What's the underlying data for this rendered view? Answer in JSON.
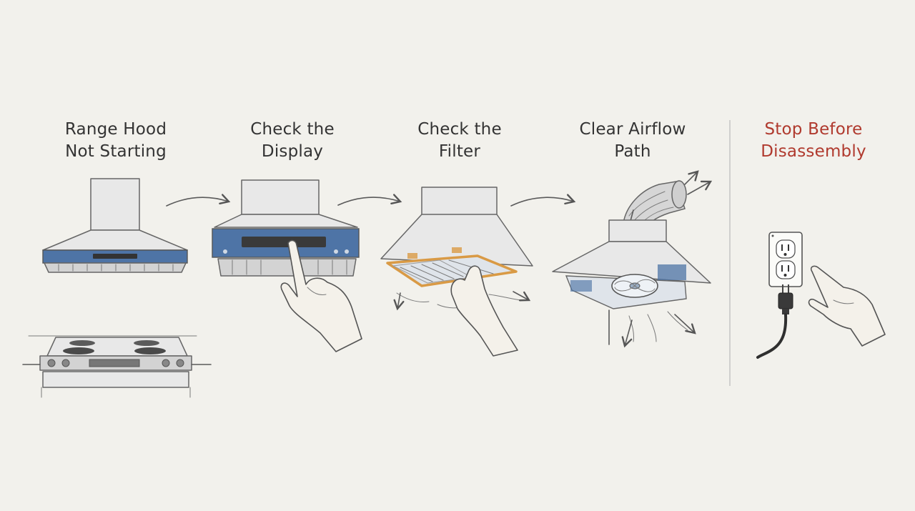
{
  "steps": [
    {
      "title": "Range Hood\nNot Starting"
    },
    {
      "title": "Check the\nDisplay"
    },
    {
      "title": "Check the\nFilter"
    },
    {
      "title": "Clear Airflow\nPath"
    },
    {
      "title": "Stop Before\nDisassembly"
    }
  ],
  "colors": {
    "background": "#f2f1ec",
    "accent_blue": "#4e74a6",
    "filter_orange": "#d99a45",
    "warning_red": "#b03a2e",
    "ink": "#5a5a5a"
  },
  "icons": [
    "range-hood-icon",
    "stove-icon",
    "control-panel-icon",
    "finger-icon",
    "grease-filter-icon",
    "fan-icon",
    "duct-icon",
    "airflow-arrow-icon",
    "wall-outlet-icon",
    "plug-icon",
    "flow-arrow-icon"
  ]
}
